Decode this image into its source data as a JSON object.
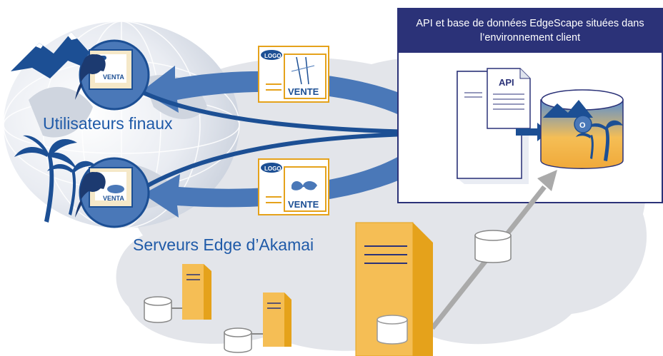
{
  "labels": {
    "users": "Utilisateurs finaux",
    "edge_servers": "Serveurs Edge d’Akamai",
    "client_environment": "API et base de données EdgeScape situées dans l’environnement client",
    "api": "API",
    "db_marker": "O"
  },
  "ads": {
    "top": {
      "logo": "LOGO",
      "text": "VENTE"
    },
    "bottom": {
      "logo": "LOGO",
      "text": "VENTE"
    }
  },
  "users": {
    "top_screen": "VENTA",
    "bottom_screen": "VENTA"
  },
  "colors": {
    "navy": "#2b3278",
    "arrow_blue": "#4a78b8",
    "dark_blue": "#1c4f94",
    "server_yellow": "#f5be55",
    "server_orange": "#e5a21b",
    "cloud_gray": "#e3e5ea",
    "gray_arrow": "#aaaaaa"
  }
}
